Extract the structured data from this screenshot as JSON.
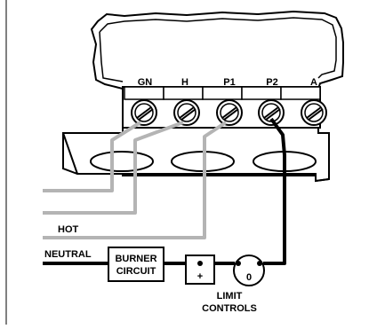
{
  "diagram": {
    "terminals": [
      {
        "label": "GN"
      },
      {
        "label": "H"
      },
      {
        "label": "P1"
      },
      {
        "label": "P2"
      },
      {
        "label": "A"
      }
    ],
    "labels": {
      "hot": "HOT",
      "neutral": "NEUTRAL",
      "burner_line1": "BURNER",
      "burner_line2": "CIRCUIT",
      "plus": "+",
      "zero": "0",
      "limit_line1": "LIMIT",
      "limit_line2": "CONTROLS"
    },
    "colors": {
      "line": "#000000",
      "gray_wire": "#b4b4b4",
      "background": "#ffffff"
    }
  }
}
